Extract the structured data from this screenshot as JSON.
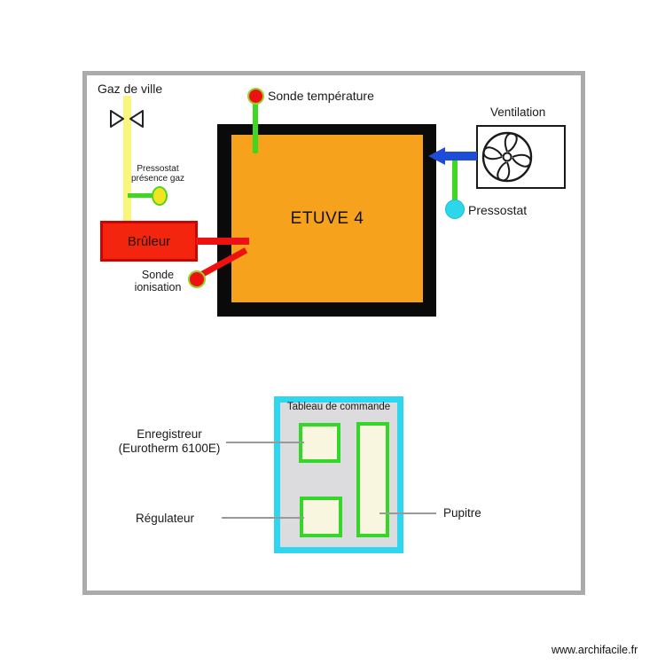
{
  "labels": {
    "gas_supply": "Gaz de ville",
    "gas_pressostat_line1": "Pressostat",
    "gas_pressostat_line2": "présence gaz",
    "burner": "Brûleur",
    "ionization_line1": "Sonde",
    "ionization_line2": "ionisation",
    "temperature_probe": "Sonde température",
    "oven": "ETUVE 4",
    "ventilation": "Ventilation",
    "pressostat": "Pressostat",
    "panel_title": "Tableau de commande",
    "recorder_line1": "Enregistreur",
    "recorder_line2": "(Eurotherm 6100E)",
    "regulator": "Régulateur",
    "desk": "Pupitre",
    "watermark": "www.archifacile.fr"
  },
  "icons": {
    "valve": "gas-valve-icon",
    "fan": "fan-icon"
  },
  "colors": {
    "gas_pipe_yellow": "#FAF57C",
    "sensor_line_green": "#3FD721",
    "gas_sensor_yellow": "#F2E41F",
    "alarm_red": "#EE1111",
    "burner_border_red": "#CC0500",
    "oven_orange": "#F7A21C",
    "oven_wall_black": "#0A0A0A",
    "air_duct_blue": "#1E4CD8",
    "pressostat_cyan": "#2BD7E8",
    "panel_border_cyan": "#2ED7EF",
    "panel_body_gray": "#DCDCDF",
    "module_border_green": "#32D727",
    "module_fill_cream": "#F8F6DE",
    "frame_border_gray": "#ABABAD"
  }
}
